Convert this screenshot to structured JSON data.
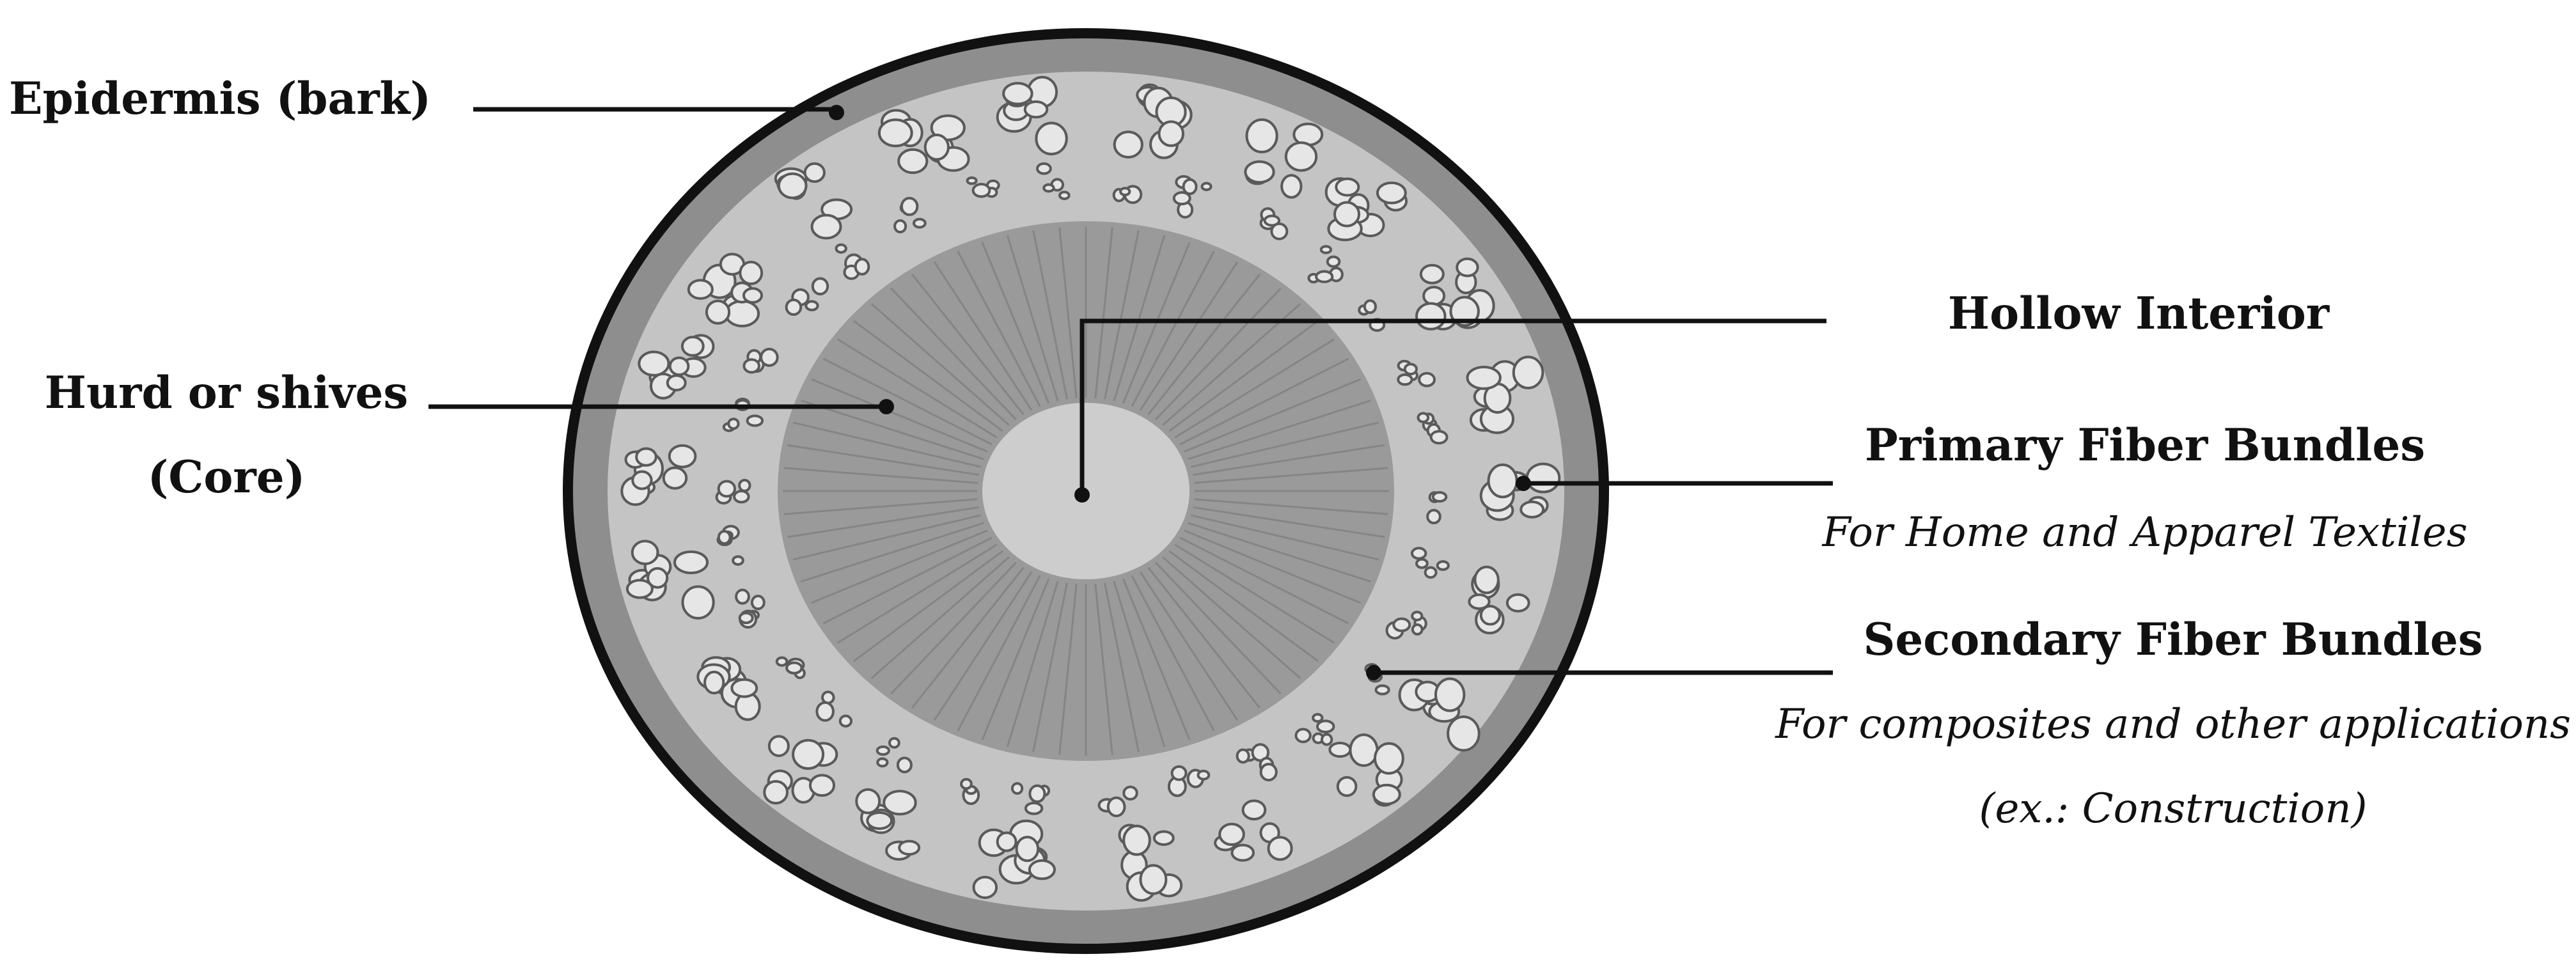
{
  "labels": {
    "epidermis": "Epidermis (bark)",
    "hurd_line1": "Hurd or shives",
    "hurd_line2": "(Core)",
    "hollow": "Hollow Interior",
    "primary_title": "Primary Fiber Bundles",
    "primary_use": "For Home and Apparel Textiles",
    "secondary_title": "Secondary Fiber Bundles",
    "secondary_use_line1": "For composites and other applications",
    "secondary_use_line2": "(ex.: Construction)"
  },
  "colors": {
    "outline": "#111111",
    "bark": "#8e8e8e",
    "fiber_ring": "#c4c4c4",
    "core": "#9a9a9a",
    "core_rays": "#858585",
    "hollow": "#cdcdcd",
    "bundle_fill": "#e6e6e6",
    "bundle_stroke": "#5a5a5a"
  }
}
